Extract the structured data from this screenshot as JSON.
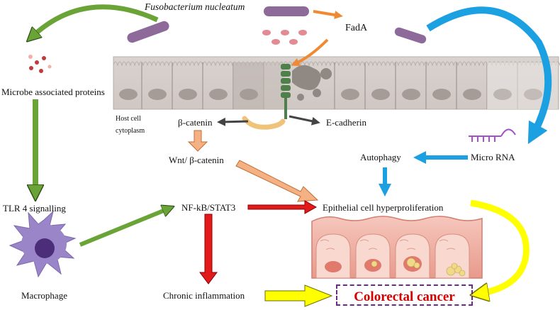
{
  "labels": {
    "fusobacterium": "Fusobacterium nucleatum",
    "fada": "FadA",
    "microbe_proteins": "Microbe associated proteins",
    "host_cell": "Host cell",
    "cytoplasm": "cytoplasm",
    "beta_catenin": "β-catenin",
    "e_cadherin": "E-cadherin",
    "wnt": "Wnt/ β-catenin",
    "autophagy": "Autophagy",
    "micro_rna": "Micro RNA",
    "tlr4": "TLR 4 signalling",
    "nfkb": "NF-kB/STAT3",
    "epithelial": "Epithelial cell hyperproliferation",
    "macrophage": "Macrophage",
    "chronic": "Chronic inflammation",
    "colorectal": "Colorectal cancer"
  },
  "colors": {
    "green_arrow": "#6aa336",
    "orange_arrow": "#ef8a32",
    "blue_arrow": "#1ba0e2",
    "peach_arrow": "#f4b183",
    "red_arrow": "#e31a1c",
    "yellow_arrow": "#ffff00",
    "bacterium": "#8e6a9b",
    "macrophage": "#9a85c9",
    "cancer_text": "#d40000"
  }
}
